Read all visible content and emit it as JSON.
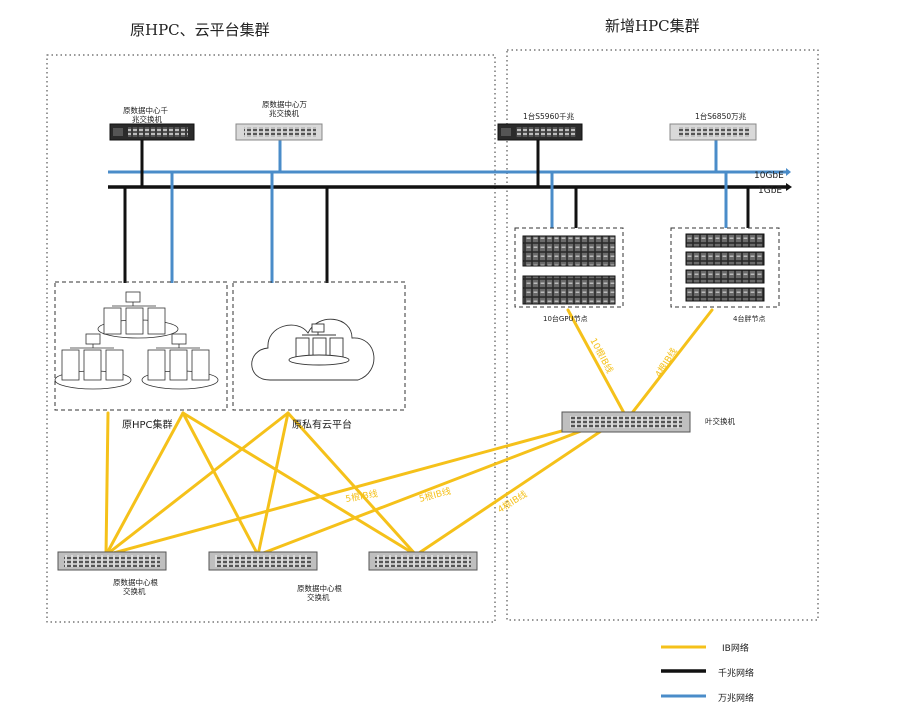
{
  "sections": {
    "left_title": "原HPC、云平台集群",
    "right_title": "新增HPC集群"
  },
  "switches": {
    "old_gigabit": "原数据中心千兆交换机",
    "old_gigabit_l1": "原数据中心千",
    "old_gigabit_l2": "兆交换机",
    "old_10g_l1": "原数据中心万",
    "old_10g_l2": "兆交换机",
    "new_gigabit": "1台S5960千兆",
    "new_10g": "1台S6850万兆",
    "leaf": "叶交换机",
    "root_a_l1": "原数据中心根",
    "root_a_l2": "交换机",
    "root_b_l1": "原数据中心根",
    "root_b_l2": "交换机"
  },
  "buses": {
    "tengig": "10GbE",
    "gig": "1GbE"
  },
  "clusters": {
    "old_hpc": "原HPC集群",
    "private_cloud": "原私有云平台",
    "gpu_nodes": "10台GPU节点",
    "fat_nodes": "4台胖节点"
  },
  "links": {
    "gpu_ib": "10根IB线",
    "fat_ib": "4根IB线",
    "ib5a": "5根IB线",
    "ib5b": "5根IB线",
    "ib4": "4根IB线"
  },
  "legend": [
    {
      "label": "IB网络",
      "color": "#F5C11A"
    },
    {
      "label": "千兆网络",
      "color": "#111111"
    },
    {
      "label": "万兆网络",
      "color": "#4A8CC9"
    }
  ],
  "colors": {
    "ib": "#F5C11A",
    "gig": "#111111",
    "tengig": "#4A8CC9"
  }
}
